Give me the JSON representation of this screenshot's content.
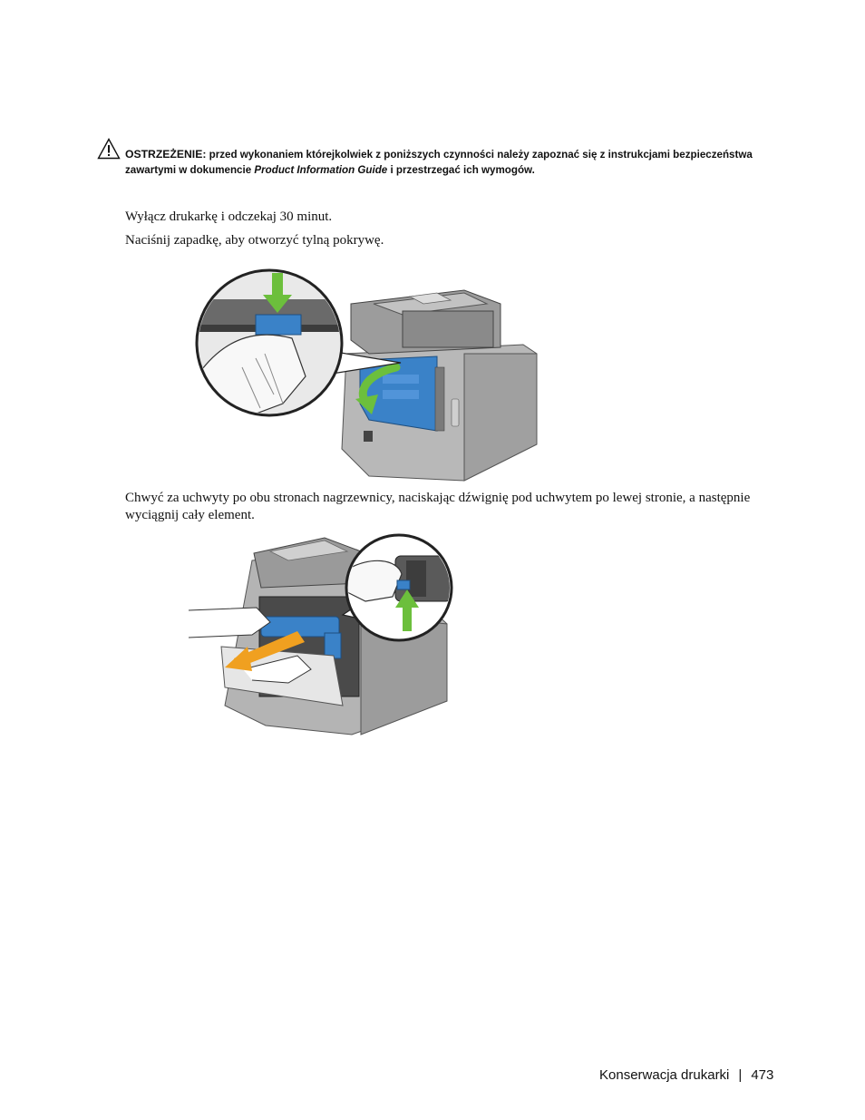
{
  "warning": {
    "icon": "warning-triangle-icon",
    "label": "OSTRZEŻENIE:",
    "text_before": " przed wykonaniem którejkolwiek z poniższych czynności należy zapoznać się z instrukcjami bezpieczeństwa zawartymi w dokumencie ",
    "doc_title": "Product Information Guide",
    "text_after": " i przestrzegać ich wymogów."
  },
  "steps": [
    "Wyłącz drukarkę i odczekaj 30 minut.",
    "Naciśnij zapadkę, aby otworzyć tylną pokrywę.",
    "Chwyć za uchwyty po obu stronach nagrzewnicy, naciskając dźwignię pod uchwytem po lewej stronie, a następnie wyciągnij cały element."
  ],
  "figures": [
    {
      "name": "rear-cover-open-illustration"
    },
    {
      "name": "fuser-removal-illustration"
    }
  ],
  "colors": {
    "accent_blue": "#3a82c8",
    "arrow_green": "#6cbf3c",
    "arrow_orange": "#f0a020",
    "printer_gray": "#9a9a9a"
  },
  "footer": {
    "section": "Konserwacja drukarki",
    "separator": "|",
    "page_number": "473"
  }
}
